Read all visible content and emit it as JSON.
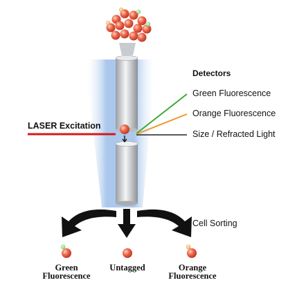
{
  "detectors": {
    "title": "Detectors",
    "green": "Green Fluorescence",
    "orange": "Orange Fluorescence",
    "size": "Size / Refracted Light"
  },
  "laser": {
    "label": "LASER Excitation"
  },
  "sorting": {
    "label": "Cell Sorting"
  },
  "outputs": {
    "green_line1": "Green",
    "green_line2": "Fluorescence",
    "untagged": "Untagged",
    "orange_line1": "Orange",
    "orange_line2": "Fluorescence"
  },
  "colors": {
    "green_line": "#3aa832",
    "orange_line": "#f0962a",
    "laser_line": "#d61818",
    "cell": "#e5533a",
    "column_glow": "#8fb6e6"
  }
}
